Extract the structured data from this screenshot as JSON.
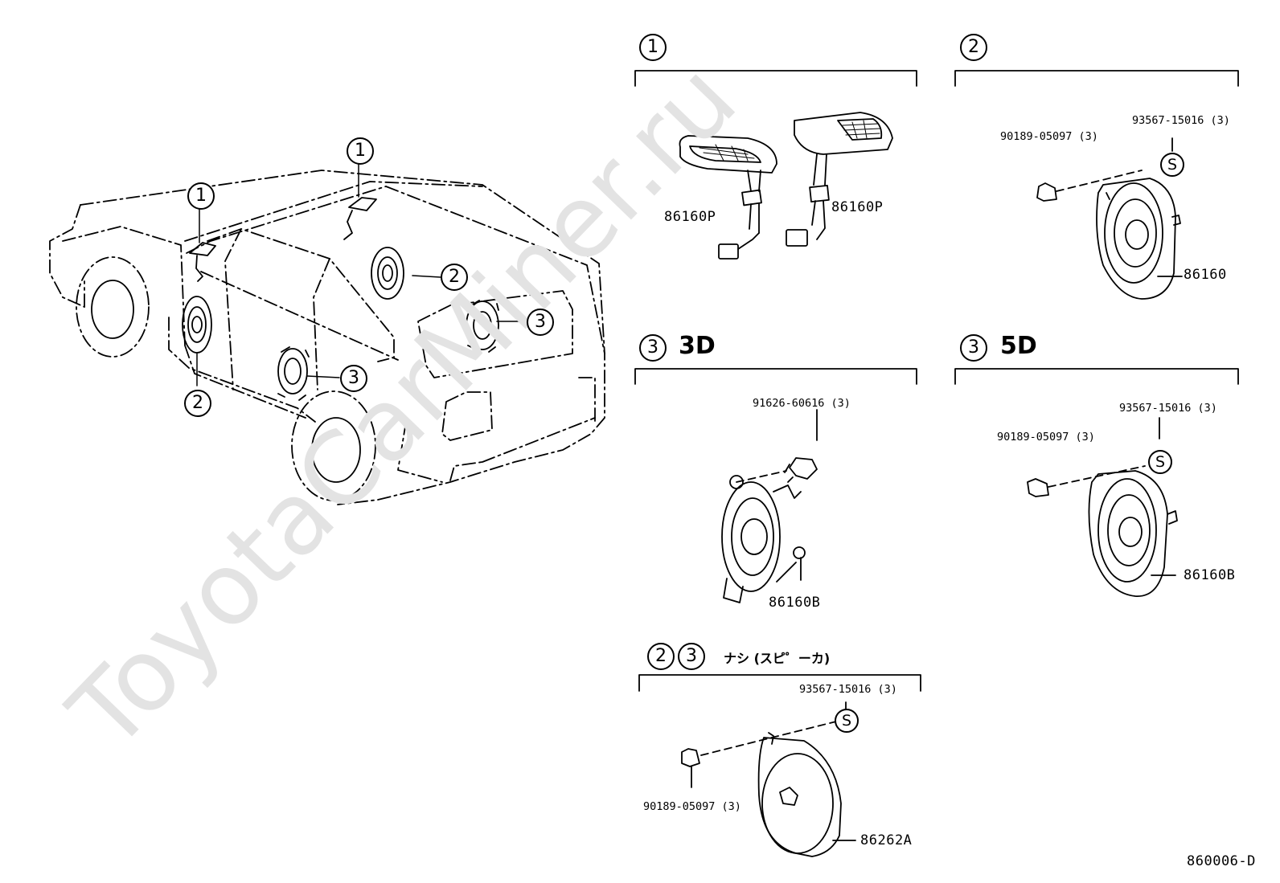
{
  "watermark": "ToyotaCarMiner.ru",
  "diagram_code": "860006-D",
  "overview": {
    "callouts": [
      "1",
      "1",
      "2",
      "2",
      "3",
      "3"
    ]
  },
  "panels": [
    {
      "id": "p1",
      "index": "1",
      "title": "",
      "parts": [
        "86160P",
        "86160P"
      ]
    },
    {
      "id": "p2",
      "index": "2",
      "title": "",
      "parts": [
        "93567-15016 (3)",
        "90189-05097 (3)",
        "86160"
      ],
      "marker": "S"
    },
    {
      "id": "p3",
      "index": "3",
      "title": "3D",
      "parts": [
        "91626-60616 (3)",
        "86160B"
      ]
    },
    {
      "id": "p4",
      "index": "3",
      "title": "5D",
      "parts": [
        "93567-15016 (3)",
        "90189-05097 (3)",
        "86160B"
      ],
      "marker": "S"
    },
    {
      "id": "p5",
      "index": "2",
      "index2": "3",
      "title": "ナシ (スピ゜ーカ)",
      "parts": [
        "93567-15016 (3)",
        "90189-05097 (3)",
        "86262A"
      ],
      "marker": "S"
    }
  ]
}
